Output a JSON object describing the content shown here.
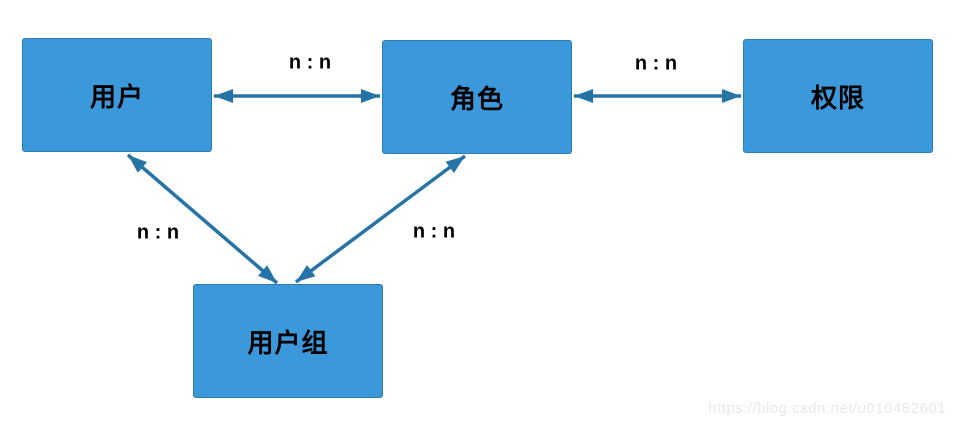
{
  "diagram": {
    "nodes": [
      {
        "id": "user",
        "label": "用户"
      },
      {
        "id": "role",
        "label": "角色"
      },
      {
        "id": "permission",
        "label": "权限"
      },
      {
        "id": "user-group",
        "label": "用户组"
      }
    ],
    "edges": [
      {
        "id": "user-role",
        "label": "n : n",
        "from": "user",
        "to": "role",
        "type": "bidirectional"
      },
      {
        "id": "role-permission",
        "label": "n : n",
        "from": "role",
        "to": "permission",
        "type": "bidirectional"
      },
      {
        "id": "user-usergroup",
        "label": "n : n",
        "from": "user",
        "to": "user-group",
        "type": "bidirectional"
      },
      {
        "id": "role-usergroup",
        "label": "n : n",
        "from": "role",
        "to": "user-group",
        "type": "bidirectional"
      }
    ],
    "colors": {
      "node_fill": "#3b99db",
      "node_border": "#2d7db3",
      "arrow": "#2573a7",
      "label_text": "#000000",
      "watermark_text": "#e9e9e9"
    }
  },
  "watermark": {
    "text": "https://blog.csdn.net/u010482601"
  }
}
